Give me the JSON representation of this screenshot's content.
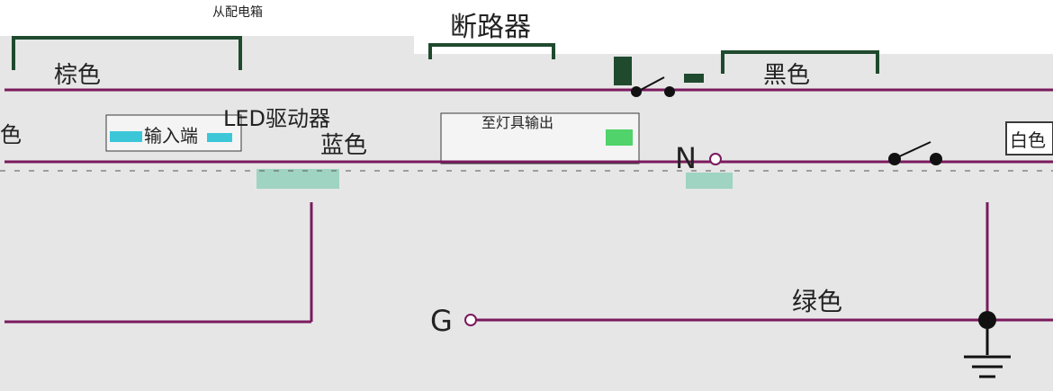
{
  "labels": {
    "top_faint": "从配电箱",
    "breaker": "断路器",
    "brown": "棕色",
    "left_edge": "色",
    "led_driver": "LED驱动器",
    "input_label": "输入端",
    "blue": "蓝色",
    "output_label": "至灯具输出",
    "black": "黑色",
    "right_edge": "白色",
    "green": "绿色",
    "terminal_n": "N",
    "terminal_g": "G"
  },
  "icons": {
    "ground": "ground-icon",
    "switch": "switch-icon",
    "terminal": "terminal-icon",
    "junction": "junction-dot-icon"
  },
  "colors": {
    "wire": "#7a1a5e",
    "green_fill": "#4fd36a",
    "cyan_fill": "#3cc7d8",
    "teal_fill": "#9fd3c2",
    "dark_green": "#1f4a2e",
    "gray_bg": "#e6e6e6",
    "box_outline": "#3a3a3a",
    "black": "#111111"
  }
}
